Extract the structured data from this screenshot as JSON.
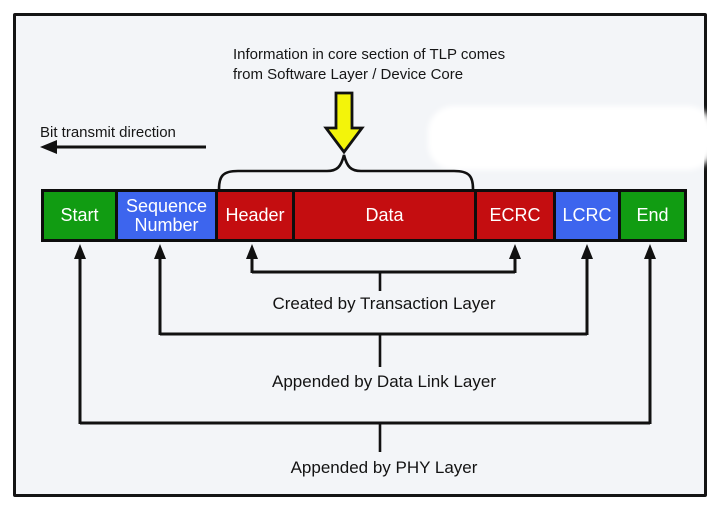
{
  "note": {
    "line1": "Information in core section of TLP comes",
    "line2": "from Software Layer / Device Core"
  },
  "bit_transmit_label": "Bit transmit direction",
  "packet": {
    "segments": [
      {
        "label": "Start",
        "color": "#119c12"
      },
      {
        "label": "Sequence Number",
        "color": "#3d65ee"
      },
      {
        "label": "Header",
        "color": "#c40d10"
      },
      {
        "label": "Data",
        "color": "#c40d10"
      },
      {
        "label": "ECRC",
        "color": "#c40d10"
      },
      {
        "label": "LCRC",
        "color": "#3d65ee"
      },
      {
        "label": "End",
        "color": "#119c12"
      }
    ]
  },
  "annotations": {
    "transaction": "Created by Transaction Layer",
    "data_link": "Appended by Data Link Layer",
    "phy": "Appended by PHY Layer"
  },
  "colors": {
    "green": "#119c12",
    "blue": "#3d65ee",
    "red": "#c40d10",
    "yellow": "#f3f40a",
    "line": "#111111",
    "panel_background": "#f3f5f8"
  }
}
